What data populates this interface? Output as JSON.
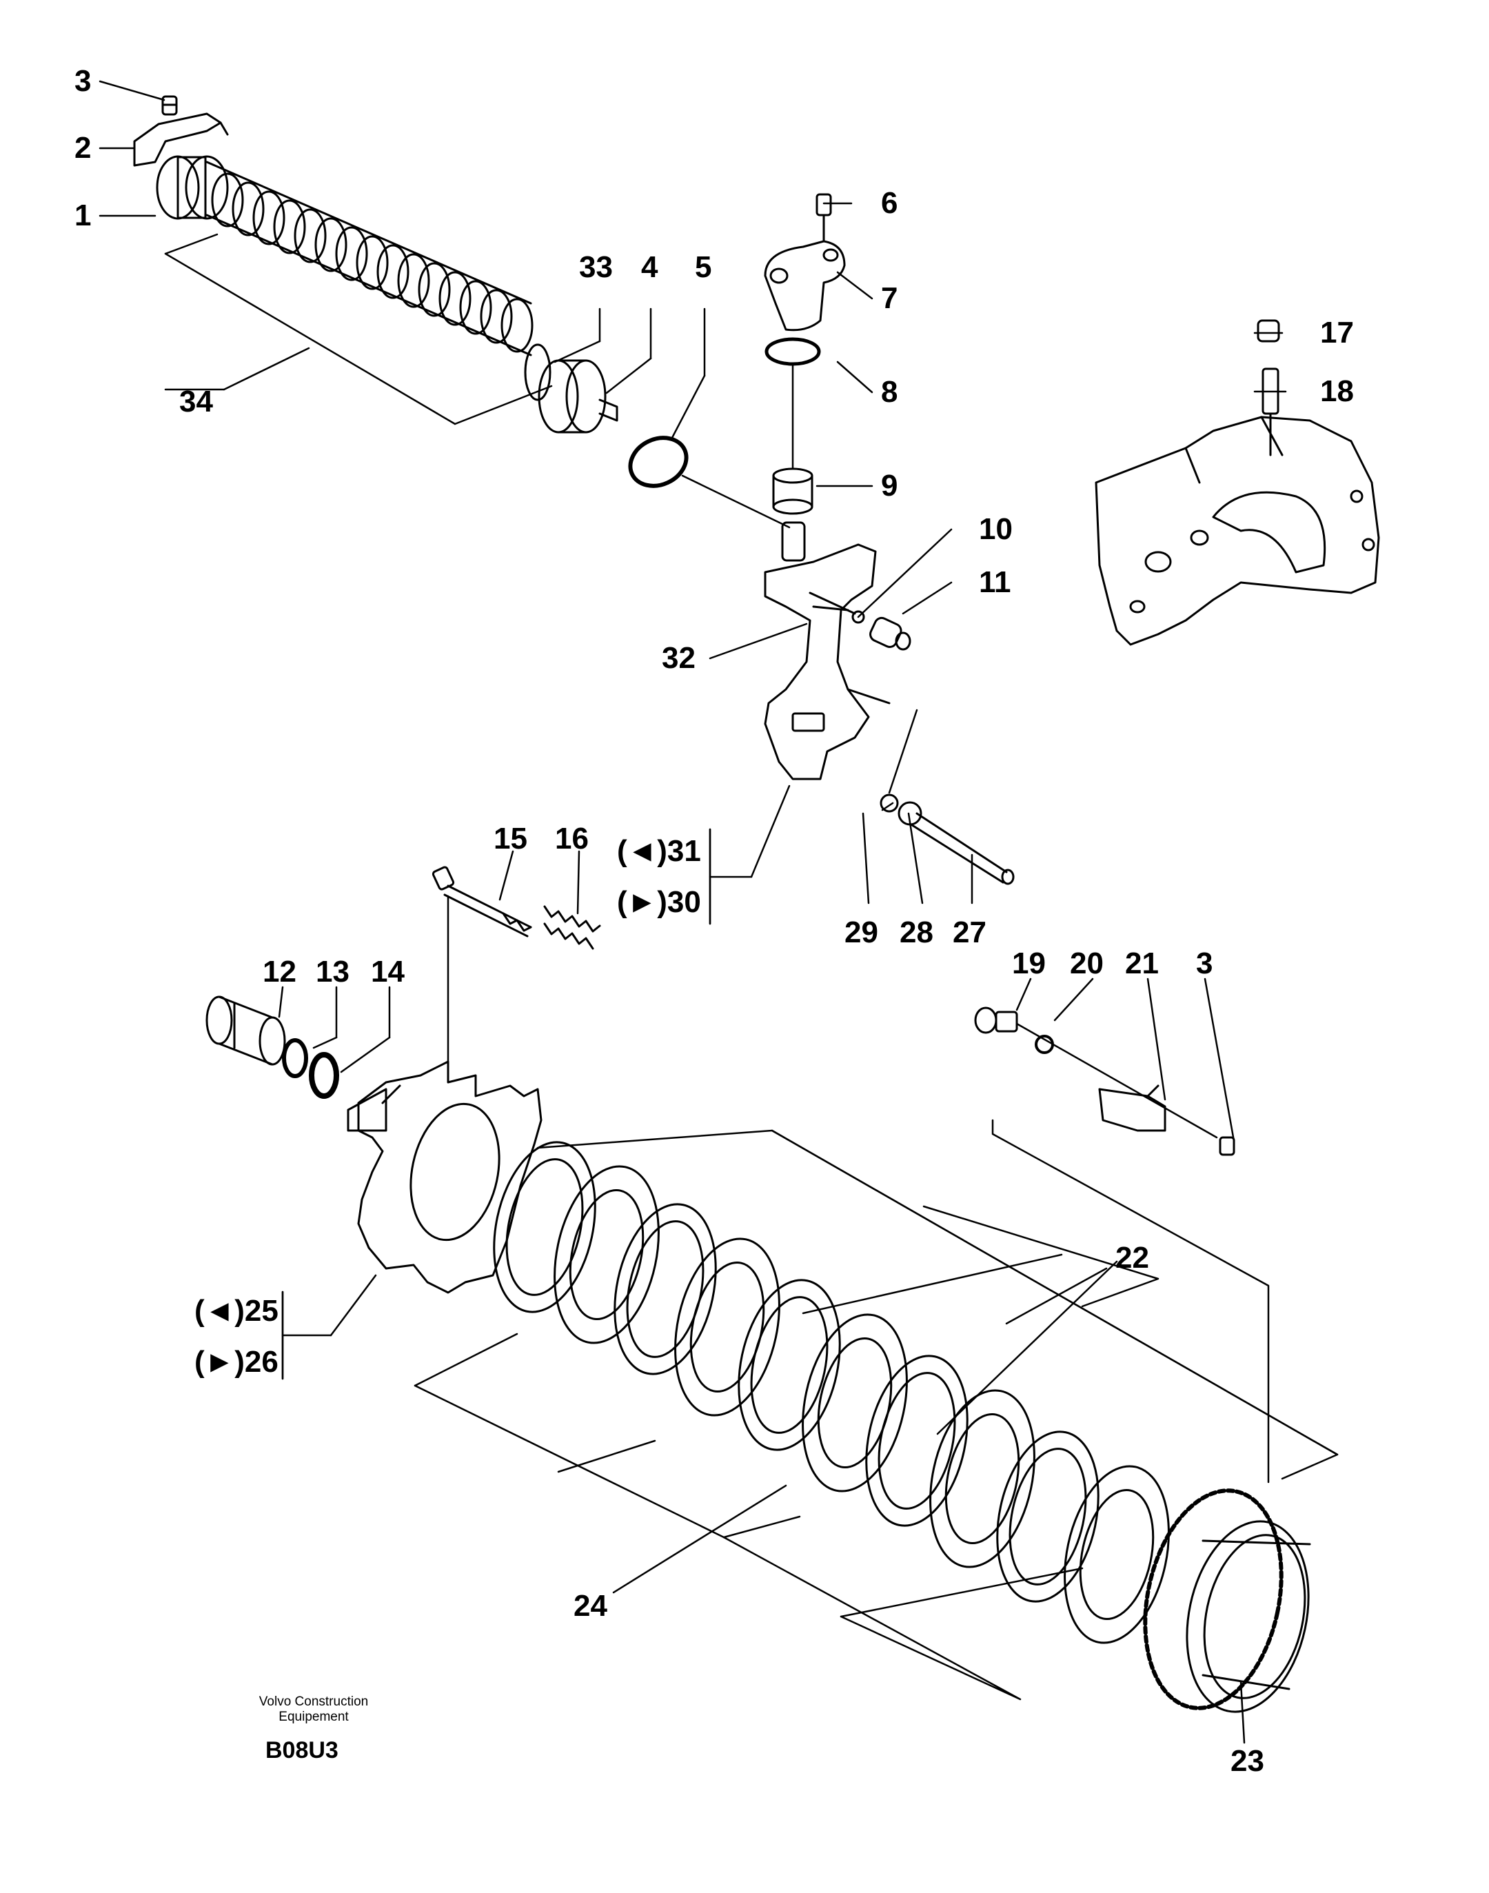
{
  "diagram": {
    "callouts": {
      "c1": "1",
      "c2": "2",
      "c3a": "3",
      "c33": "33",
      "c4": "4",
      "c5": "5",
      "c34": "34",
      "c6": "6",
      "c7": "7",
      "c8": "8",
      "c9": "9",
      "c10": "10",
      "c11": "11",
      "c32": "32",
      "c17": "17",
      "c18": "18",
      "c31": "(◄)31",
      "c30": "(►)30",
      "c15": "15",
      "c16": "16",
      "c29": "29",
      "c28": "28",
      "c27": "27",
      "c19": "19",
      "c20": "20",
      "c21": "21",
      "c3b": "3",
      "c12": "12",
      "c13": "13",
      "c14": "14",
      "c25": "(◄)25",
      "c26": "(►)26",
      "c22": "22",
      "c24": "24",
      "c23": "23"
    },
    "credit": {
      "line1": "Volvo Construction",
      "line2": "Equipement"
    },
    "image_code": "B08U3"
  }
}
